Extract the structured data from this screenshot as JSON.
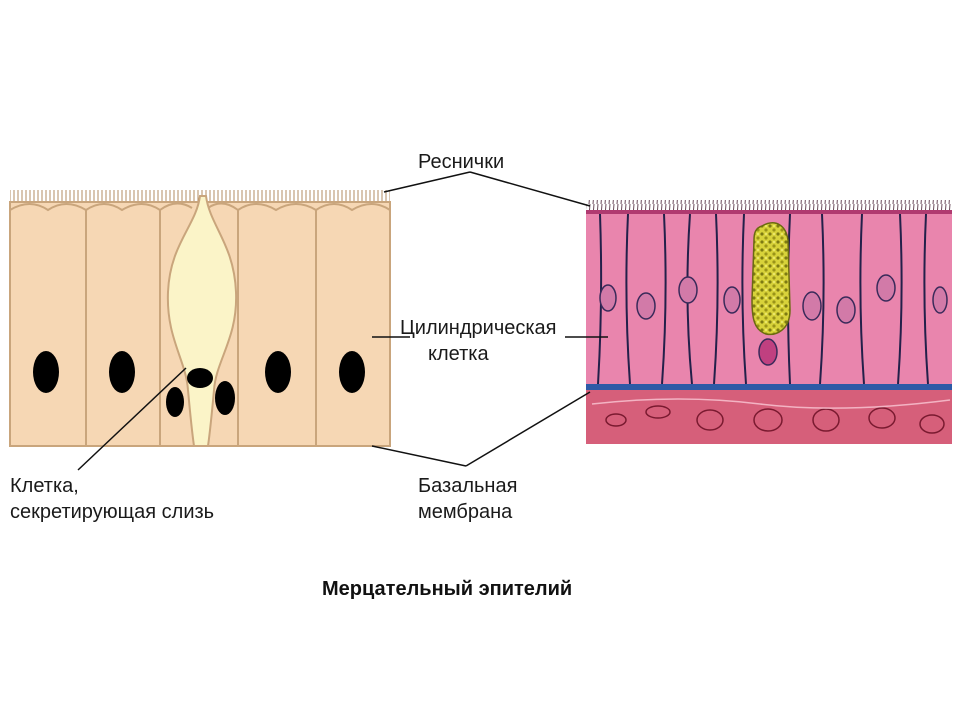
{
  "labels": {
    "cilia": "Реснички",
    "columnar_line1": "Цилиндрическая",
    "columnar_line2": "клетка",
    "goblet_line1": "Клетка,",
    "goblet_line2": "секретирующая слизь",
    "basal_line1": "Базальная",
    "basal_line2": "мембрана"
  },
  "caption": "Мерцательный эпителий",
  "colors": {
    "schematic_cell": "#f6d7b4",
    "schematic_outline": "#c9a57c",
    "goblet_cell": "#fbf4c8",
    "nucleus": "#000000",
    "histo_cell": "#e985ad",
    "histo_basal": "#d65f7a",
    "goblet_granules": "#c9c02a"
  }
}
